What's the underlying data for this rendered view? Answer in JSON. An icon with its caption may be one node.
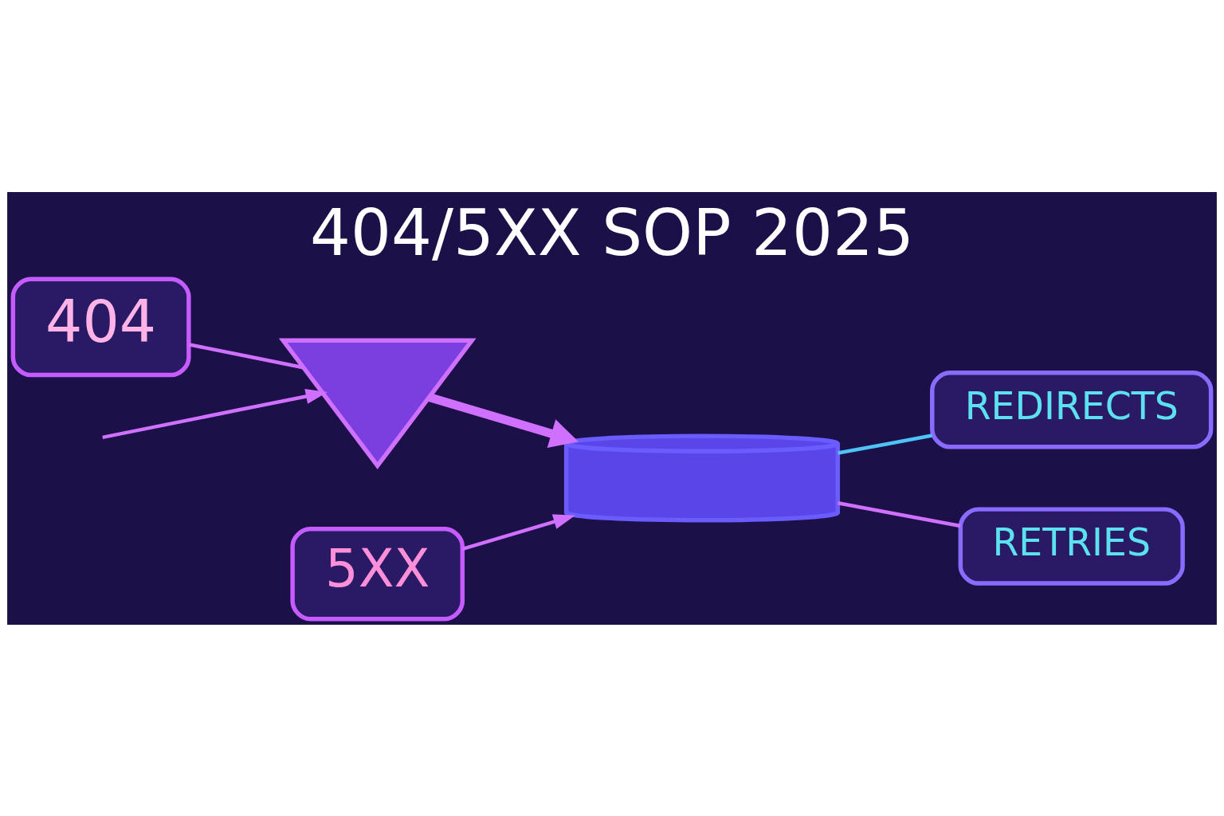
{
  "diagram": {
    "title": "404/5XX SOP 2025",
    "nodes": [
      {
        "text": [
          "404"
        ]
      },
      {
        "text": [
          "5XX"
        ]
      },
      {
        "text": [],
        "shape": "funnel"
      },
      {
        "text": [],
        "shape": "cylinder"
      },
      {
        "text": [
          "REDIRECTS"
        ]
      },
      {
        "text": [
          "RETRIES"
        ]
      }
    ],
    "edges": [
      {
        "from": 0,
        "to": 2,
        "arrow": "none"
      },
      {
        "from": null,
        "to": 2,
        "arrow": "to"
      },
      {
        "from": 1,
        "to": 3,
        "arrow": "to"
      },
      {
        "from": 2,
        "to": 3,
        "arrow": "to",
        "style": "thick"
      },
      {
        "from": 3,
        "to": 4,
        "arrow": "none",
        "color": "#4fc3f7"
      },
      {
        "from": 3,
        "to": 5,
        "arrow": "none"
      }
    ]
  }
}
